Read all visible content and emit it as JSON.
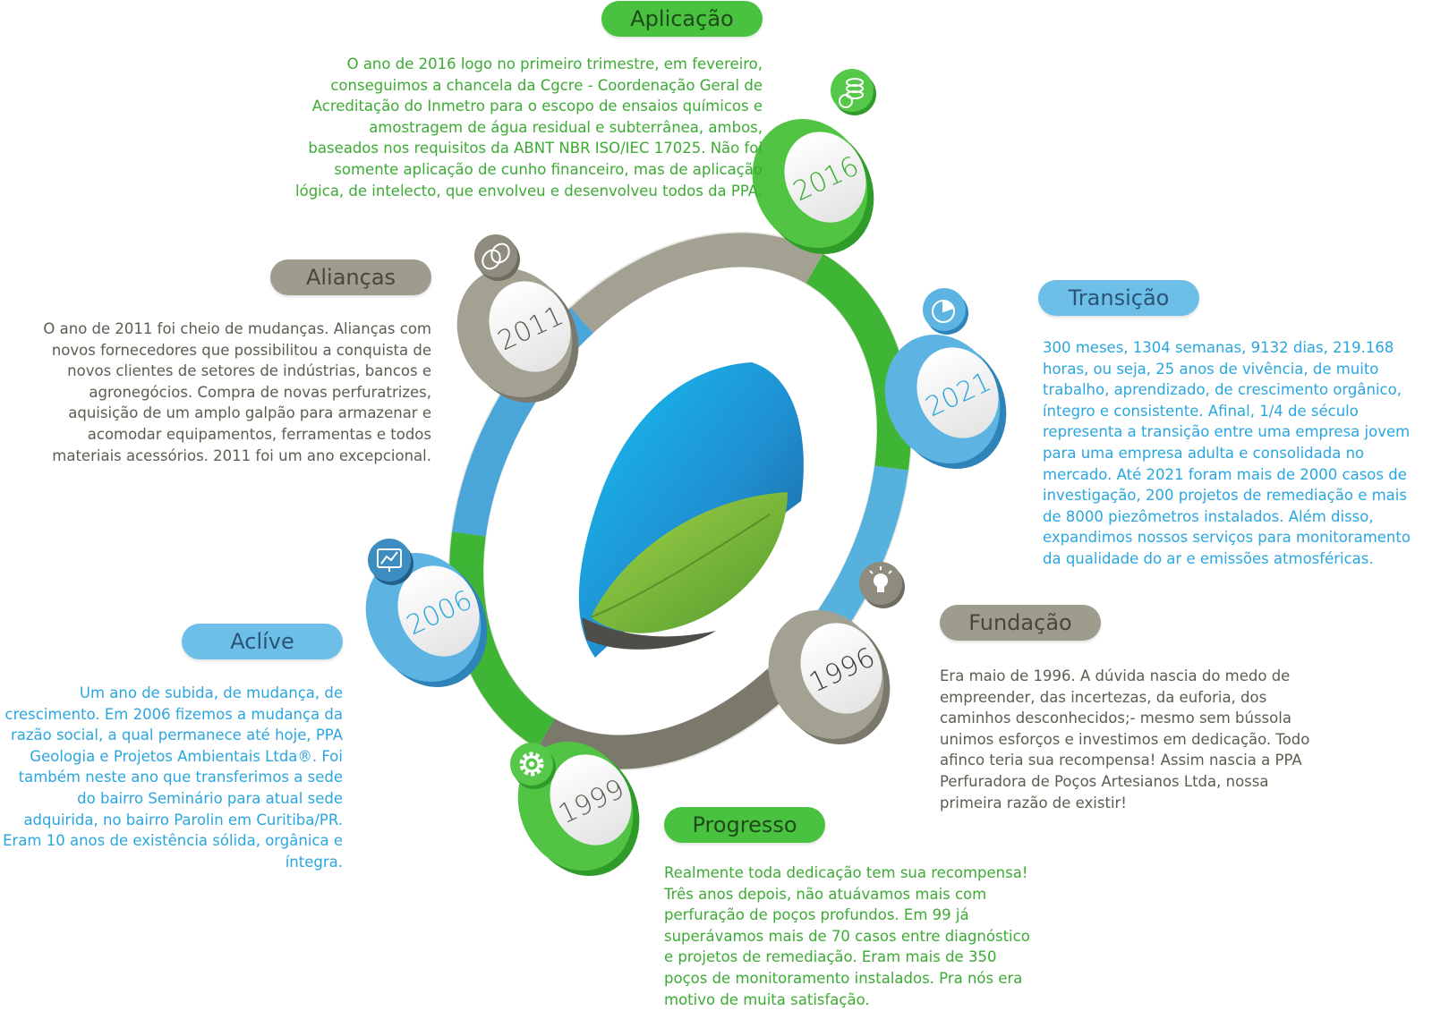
{
  "colors": {
    "green": "#49c23f",
    "gray": "#9e9c8c",
    "blue": "#6ebfe8",
    "green_text": "#3cab34",
    "gray_text": "#5e5c50",
    "blue_text": "#2aa6df"
  },
  "milestones": [
    {
      "id": "aplicacao",
      "label": "Aplicação",
      "year": "2016",
      "icon": "coins-money-icon",
      "text": "O ano de 2016 logo no primeiro trimestre, em fevereiro, conseguimos a chancela da Cgcre - Coordenação Geral de Acreditação do Inmetro para o escopo de ensaios químicos e amostragem de água residual e subterrânea, ambos, baseados nos requisitos da ABNT NBR ISO/IEC 17025. Não foi somente aplicação de cunho financeiro, mas de aplicação lógica, de intelecto, que envolveu e desenvolveu todos da PPA."
    },
    {
      "id": "aliancas",
      "label": "Alianças",
      "year": "2011",
      "icon": "interlocking-rings-icon",
      "text": "O ano de 2011 foi cheio de mudanças. Alianças com novos fornecedores que possibilitou a conquista de novos clientes de setores de indústrias, bancos e agronegócios.  Compra de novas perfuratrizes, aquisição de um amplo galpão para armazenar e acomodar equipamentos, ferramentas e todos materiais acessórios. 2011 foi um ano excepcional."
    },
    {
      "id": "transicao",
      "label": "Transição",
      "year": "2021",
      "icon": "pie-chart-icon",
      "text": "300 meses, 1304 semanas, 9132 dias, 219.168 horas, ou seja, 25 anos de vivência, de muito trabalho, aprendizado, de crescimento orgânico, íntegro e consistente. Afinal, 1/4 de século representa a transição entre uma empresa jovem para uma empresa adulta e consolidada no mercado. Até 2021 foram mais de 2000 casos de investigação, 200 projetos de remediação e mais de 8000 piezômetros instalados. Além disso, expandimos nossos serviços para monitoramento da qualidade do ar e emissões atmosféricas."
    },
    {
      "id": "aclive",
      "label": "Aclíve",
      "year": "2006",
      "icon": "growth-chart-monitor-icon",
      "text": "Um ano de subida, de mudança, de crescimento. Em 2006 fizemos a mudança da razão social, a qual permanece até hoje, PPA Geologia e Projetos Ambientais Ltda®. Foi também neste ano que transferimos a sede do bairro Seminário para atual sede adquirida, no bairro Parolin em Curitiba/PR. Eram 10 anos de existência sólida, orgânica e íntegra."
    },
    {
      "id": "fundacao",
      "label": "Fundação",
      "year": "1996",
      "icon": "light-bulb-icon",
      "text": "Era maio de 1996. A dúvida nascia do medo  de empreender, das incertezas, da euforia,  dos caminhos desconhecidos;- mesmo sem bússola unimos esforços e investimos em dedicação. Todo afinco teria sua recompensa! Assim nascia a PPA Perfuradora  de Poços Artesianos Ltda, nossa primeira razão de existir!"
    },
    {
      "id": "progresso",
      "label": "Progresso",
      "year": "1999",
      "icon": "gear-icon",
      "text": "Realmente toda dedicação tem sua recompensa! Três anos depois, não atuávamos mais com perfuração de poços profundos. Em 99 já superávamos mais de 70 casos entre diagnóstico e projetos de remediação. Eram mais de 350 poços de monitoramento instalados. Pra nós era motivo de muita satisfação."
    }
  ]
}
